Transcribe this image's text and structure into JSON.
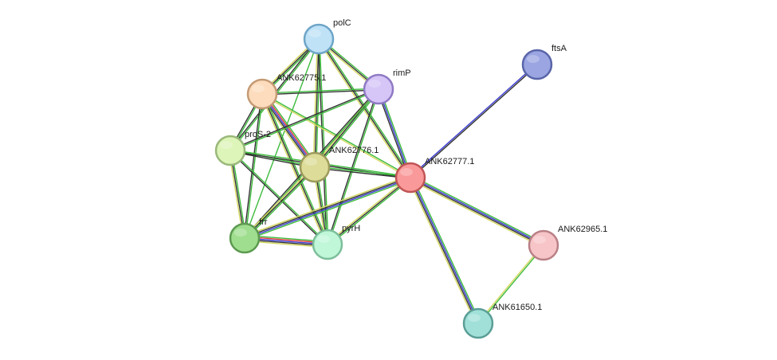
{
  "nodes": [
    {
      "id": "polC",
      "label": "polC",
      "fill": "#bfe2f7",
      "stroke": "#6ea5c8"
    },
    {
      "id": "ANK62775.1",
      "label": "ANK62775.1",
      "fill": "#fcdcbd",
      "stroke": "#c49a74"
    },
    {
      "id": "rimP",
      "label": "rimP",
      "fill": "#d6c5f7",
      "stroke": "#8f7ac4"
    },
    {
      "id": "proS-2",
      "label": "proS-2",
      "fill": "#ddf5b8",
      "stroke": "#99b87a"
    },
    {
      "id": "ANK62776.1",
      "label": "ANK62776.1",
      "fill": "#dddc98",
      "stroke": "#9c9b5c"
    },
    {
      "id": "ANK62777.1",
      "label": "ANK62777.1",
      "fill": "#f9999a",
      "stroke": "#c05555"
    },
    {
      "id": "ftsA",
      "label": "ftsA",
      "fill": "#9aa5e2",
      "stroke": "#5965a8"
    },
    {
      "id": "frr",
      "label": "frr",
      "fill": "#9fde8e",
      "stroke": "#5c9a50"
    },
    {
      "id": "pyrH",
      "label": "pyrH",
      "fill": "#bff7d8",
      "stroke": "#7dbf9b"
    },
    {
      "id": "ANK62965.1",
      "label": "ANK62965.1",
      "fill": "#f7c5c7",
      "stroke": "#b98086"
    },
    {
      "id": "ANK61650.1",
      "label": "ANK61650.1",
      "fill": "#a0e0d8",
      "stroke": "#5a9e96"
    }
  ],
  "edges": [
    {
      "source": "polC",
      "target": "ANK62775.1",
      "evidence": [
        "green",
        "black",
        "yellow"
      ]
    },
    {
      "source": "polC",
      "target": "rimP",
      "evidence": [
        "green",
        "black",
        "yellow"
      ]
    },
    {
      "source": "polC",
      "target": "proS-2",
      "evidence": [
        "green",
        "black"
      ]
    },
    {
      "source": "polC",
      "target": "ANK62776.1",
      "evidence": [
        "green",
        "black",
        "yellow"
      ]
    },
    {
      "source": "polC",
      "target": "ANK62777.1",
      "evidence": [
        "green",
        "black",
        "yellow"
      ]
    },
    {
      "source": "polC",
      "target": "frr",
      "evidence": [
        "green"
      ]
    },
    {
      "source": "polC",
      "target": "pyrH",
      "evidence": [
        "green",
        "black"
      ]
    },
    {
      "source": "ANK62775.1",
      "target": "rimP",
      "evidence": [
        "green",
        "black"
      ]
    },
    {
      "source": "ANK62775.1",
      "target": "proS-2",
      "evidence": [
        "green",
        "black"
      ]
    },
    {
      "source": "ANK62775.1",
      "target": "ANK62776.1",
      "evidence": [
        "green",
        "red",
        "blue",
        "black",
        "yellow"
      ]
    },
    {
      "source": "ANK62775.1",
      "target": "ANK62777.1",
      "evidence": [
        "green",
        "yellow"
      ]
    },
    {
      "source": "ANK62775.1",
      "target": "frr",
      "evidence": [
        "green",
        "black"
      ]
    },
    {
      "source": "ANK62775.1",
      "target": "pyrH",
      "evidence": [
        "green",
        "black",
        "yellow"
      ]
    },
    {
      "source": "rimP",
      "target": "proS-2",
      "evidence": [
        "green",
        "black"
      ]
    },
    {
      "source": "rimP",
      "target": "ANK62776.1",
      "evidence": [
        "green",
        "black",
        "yellow"
      ]
    },
    {
      "source": "rimP",
      "target": "ANK62777.1",
      "evidence": [
        "green",
        "blue",
        "black"
      ]
    },
    {
      "source": "rimP",
      "target": "frr",
      "evidence": [
        "green",
        "black"
      ]
    },
    {
      "source": "rimP",
      "target": "pyrH",
      "evidence": [
        "green",
        "black"
      ]
    },
    {
      "source": "proS-2",
      "target": "ANK62776.1",
      "evidence": [
        "green",
        "black"
      ]
    },
    {
      "source": "proS-2",
      "target": "ANK62777.1",
      "evidence": [
        "green",
        "black"
      ]
    },
    {
      "source": "proS-2",
      "target": "frr",
      "evidence": [
        "green",
        "black",
        "yellow"
      ]
    },
    {
      "source": "proS-2",
      "target": "pyrH",
      "evidence": [
        "green",
        "black"
      ]
    },
    {
      "source": "ANK62776.1",
      "target": "ANK62777.1",
      "evidence": [
        "green",
        "black"
      ]
    },
    {
      "source": "ANK62776.1",
      "target": "frr",
      "evidence": [
        "green",
        "black",
        "yellow"
      ]
    },
    {
      "source": "ANK62776.1",
      "target": "pyrH",
      "evidence": [
        "green",
        "black",
        "yellow"
      ]
    },
    {
      "source": "ANK62777.1",
      "target": "frr",
      "evidence": [
        "green",
        "blue",
        "black",
        "yellow"
      ]
    },
    {
      "source": "ANK62777.1",
      "target": "pyrH",
      "evidence": [
        "green",
        "black",
        "yellow"
      ]
    },
    {
      "source": "ANK62777.1",
      "target": "ftsA",
      "evidence": [
        "blue",
        "black"
      ]
    },
    {
      "source": "ANK62777.1",
      "target": "ANK62965.1",
      "evidence": [
        "green",
        "blue",
        "black",
        "yellow"
      ]
    },
    {
      "source": "ANK62777.1",
      "target": "ANK61650.1",
      "evidence": [
        "green",
        "blue",
        "black",
        "yellow"
      ]
    },
    {
      "source": "frr",
      "target": "pyrH",
      "evidence": [
        "green",
        "red",
        "blue",
        "black",
        "yellow"
      ]
    },
    {
      "source": "ANK62965.1",
      "target": "ANK61650.1",
      "evidence": [
        "green",
        "yellow"
      ]
    }
  ],
  "colors": {
    "green": "#3dbb3d",
    "black": "#333333",
    "yellow": "#d4d860",
    "blue": "#3a3ad0",
    "red": "#e03a3a"
  }
}
